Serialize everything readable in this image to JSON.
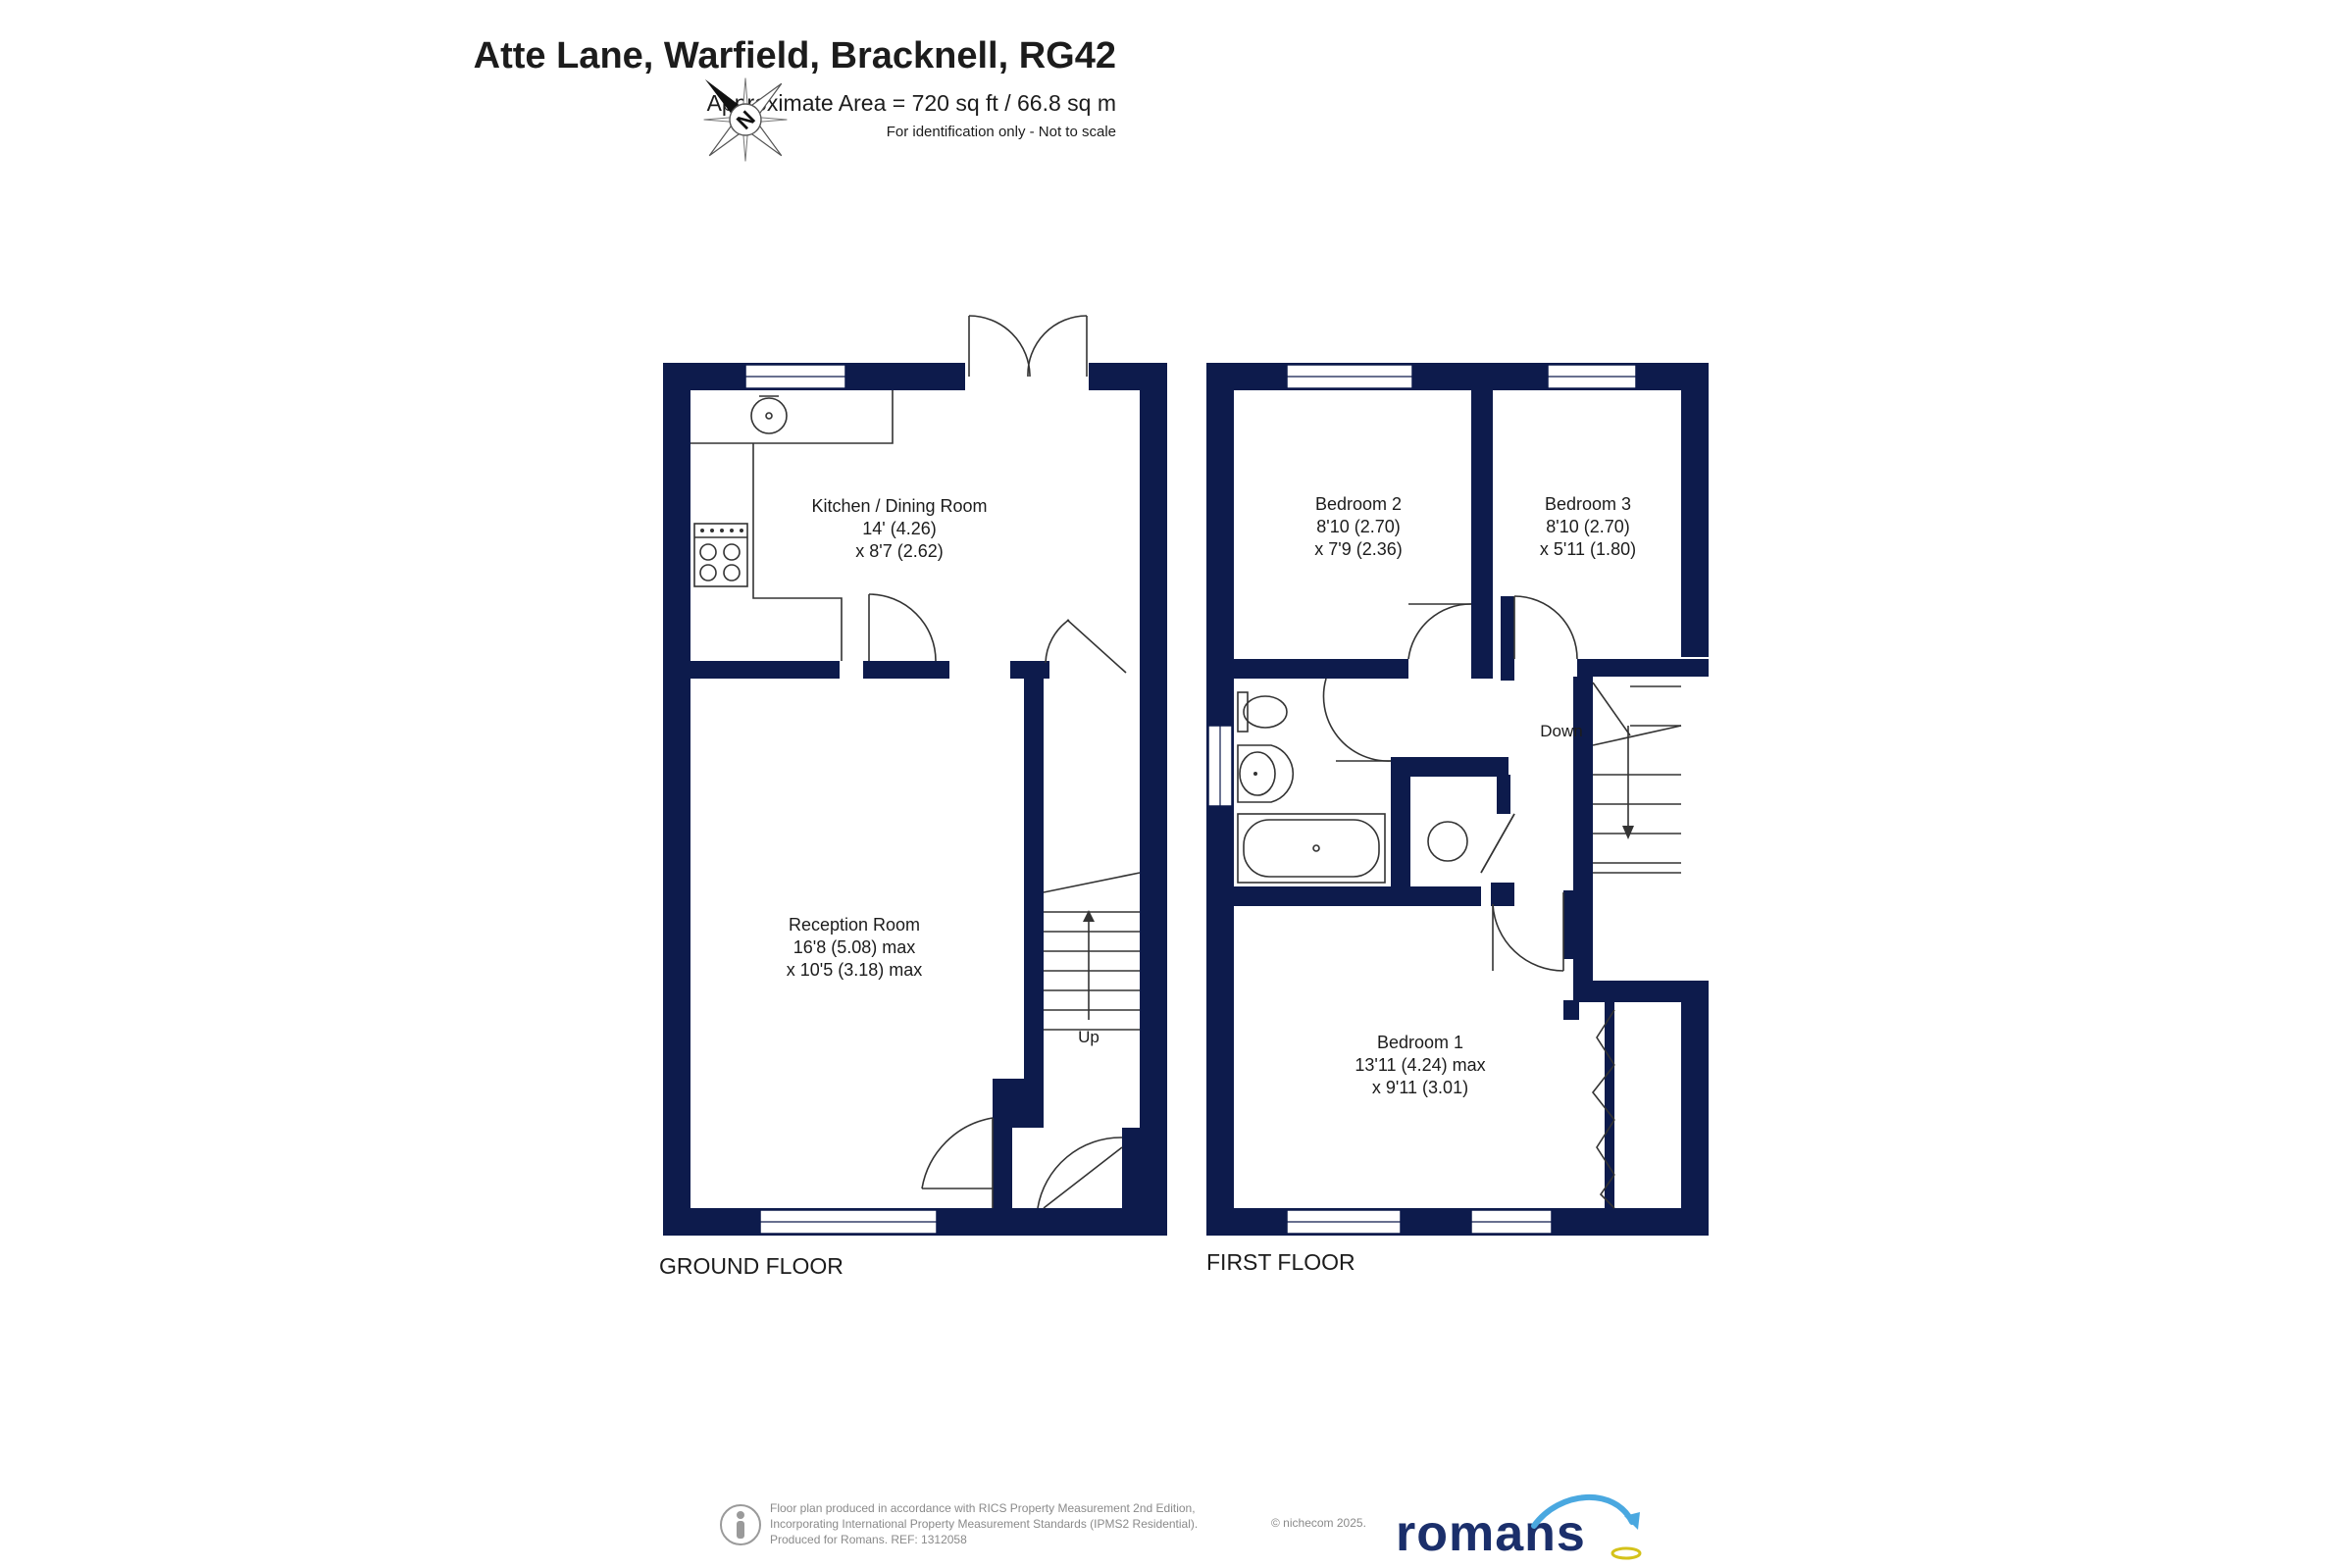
{
  "header": {
    "title": "Atte Lane, Warfield, Bracknell, RG42",
    "area": "Approximate Area = 720 sq ft / 66.8 sq m",
    "note": "For identification only - Not to scale"
  },
  "compass": {
    "letter": "N",
    "icon": "north-arrow-icon"
  },
  "floors": {
    "ground": {
      "label": "GROUND FLOOR",
      "rooms": {
        "kitchen": {
          "name": "Kitchen / Dining Room",
          "dim1": "14' (4.26)",
          "dim2": "x 8'7 (2.62)"
        },
        "reception": {
          "name": "Reception Room",
          "dim1": "16'8 (5.08) max",
          "dim2": "x 10'5 (3.18) max"
        }
      },
      "stairs_label": "Up"
    },
    "first": {
      "label": "FIRST FLOOR",
      "rooms": {
        "bedroom2": {
          "name": "Bedroom 2",
          "dim1": "8'10 (2.70)",
          "dim2": "x 7'9 (2.36)"
        },
        "bedroom3": {
          "name": "Bedroom 3",
          "dim1": "8'10 (2.70)",
          "dim2": "x 5'11 (1.80)"
        },
        "bedroom1": {
          "name": "Bedroom 1",
          "dim1": "13'11 (4.24) max",
          "dim2": "x 9'11 (3.01)"
        }
      },
      "stairs_label": "Down"
    }
  },
  "footer": {
    "line1": "Floor plan produced in accordance with RICS Property Measurement 2nd Edition,",
    "line2": "Incorporating International Property Measurement Standards (IPMS2 Residential).",
    "line3": "Produced for Romans.   REF:  1312058",
    "copyright": "© nichecom 2025.",
    "brand": "romans"
  },
  "colors": {
    "wall": "#0d1b4c",
    "line": "#333333",
    "brand": "#1b2f6b",
    "brand_accent": "#4aa8e0"
  }
}
